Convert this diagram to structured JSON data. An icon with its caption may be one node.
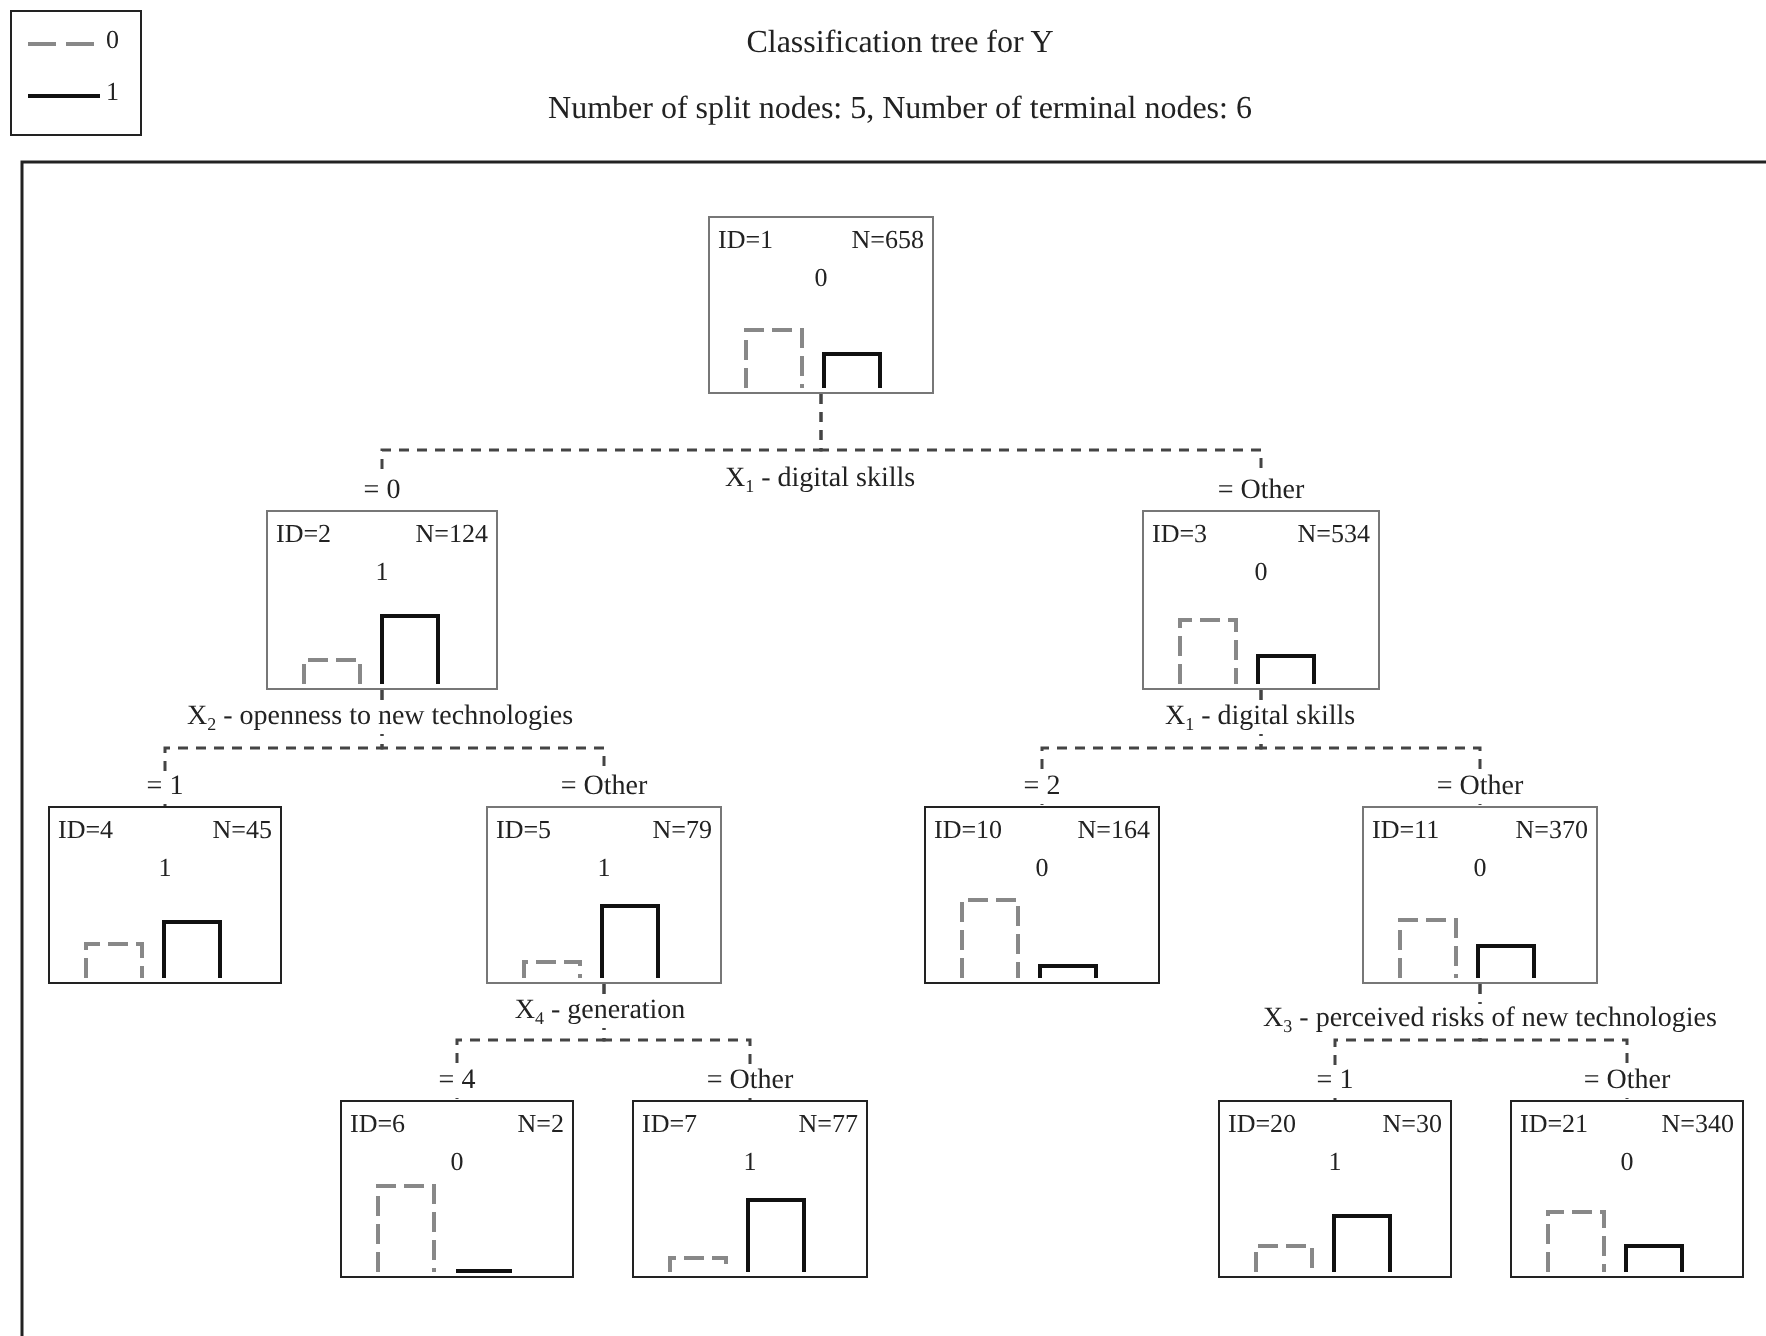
{
  "diagram": {
    "title": "Classification tree for Y",
    "nodes": [
      {
        "text": [
          "ID=1",
          "N=658",
          "0"
        ],
        "beside": [
          "X$_{1}$ - digital skills"
        ]
      },
      {
        "text": [
          "ID=2",
          "N=124",
          "1"
        ],
        "beside": [
          "X$_{2}$ - openness to new technologies"
        ]
      },
      {
        "text": [
          "ID=3",
          "N=534",
          "0"
        ],
        "beside": [
          "X$_{1}$ - digital skills"
        ]
      },
      {
        "text": [
          "ID=4",
          "N=45",
          "1"
        ]
      },
      {
        "text": [
          "ID=5",
          "N=79",
          "1"
        ],
        "beside": [
          "X$_{4}$ - generation"
        ]
      },
      {
        "text": [
          "ID=10",
          "N=164",
          "0"
        ]
      },
      {
        "text": [
          "ID=11",
          "N=370",
          "0"
        ],
        "beside": [
          "X$_{3}$ - perceived risks of new technologies"
        ]
      },
      {
        "text": [
          "ID=6",
          "N=2",
          "0"
        ]
      },
      {
        "text": [
          "ID=7",
          "N=77",
          "1"
        ]
      },
      {
        "text": [
          "ID=20",
          "N=30",
          "1"
        ]
      },
      {
        "text": [
          "ID=21",
          "N=340",
          "0"
        ]
      }
    ],
    "edges": [
      {
        "from": 0,
        "to": 1,
        "arrow": "none",
        "label": "= 0",
        "style": "dashed"
      },
      {
        "from": 0,
        "to": 2,
        "arrow": "none",
        "label": "= Other",
        "style": "dashed"
      },
      {
        "from": 1,
        "to": 3,
        "arrow": "none",
        "label": "= 1",
        "style": "dashed"
      },
      {
        "from": 1,
        "to": 4,
        "arrow": "none",
        "label": "= Other",
        "style": "dashed"
      },
      {
        "from": 2,
        "to": 5,
        "arrow": "none",
        "label": "= 2",
        "style": "dashed"
      },
      {
        "from": 2,
        "to": 6,
        "arrow": "none",
        "label": "= Other",
        "style": "dashed"
      },
      {
        "from": 4,
        "to": 7,
        "arrow": "none",
        "label": "= 4",
        "style": "dashed"
      },
      {
        "from": 4,
        "to": 8,
        "arrow": "none",
        "label": "= Other",
        "style": "dashed"
      },
      {
        "from": 6,
        "to": 9,
        "arrow": "none",
        "label": "= 1",
        "style": "dashed"
      },
      {
        "from": 6,
        "to": 10,
        "arrow": "none",
        "label": "= Other",
        "style": "dashed"
      }
    ],
    "labels": [
      "Number of split nodes: 5, Number of terminal nodes: 6"
    ],
    "legend": [
      {
        "text": "0"
      },
      {
        "text": "1"
      }
    ]
  }
}
